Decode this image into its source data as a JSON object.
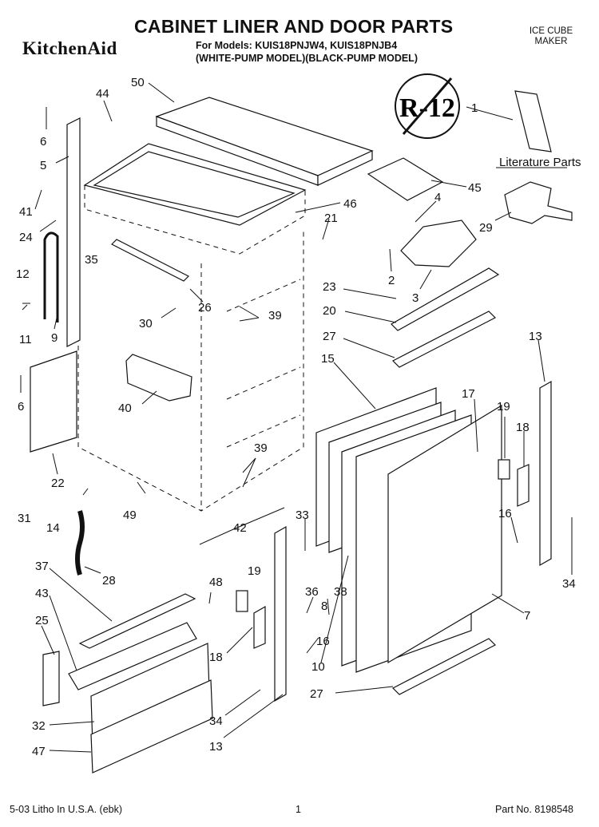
{
  "header": {
    "title": "CABINET LINER AND DOOR PARTS",
    "brand": "KitchenAid",
    "models_line1": "For Models: KUIS18PNJW4, KUIS18PNJB4",
    "models_line2": "(WHITE-PUMP MODEL)(BLACK-PUMP MODEL)",
    "category_line1": "ICE CUBE",
    "category_line2": "MAKER"
  },
  "badge": {
    "text": "R-12"
  },
  "literature_label": "Literature Parts",
  "callouts": [
    {
      "id": "50",
      "text": "50"
    },
    {
      "id": "44",
      "text": "44"
    },
    {
      "id": "6a",
      "text": "6"
    },
    {
      "id": "5",
      "text": "5"
    },
    {
      "id": "41",
      "text": "41"
    },
    {
      "id": "24",
      "text": "24"
    },
    {
      "id": "35",
      "text": "35"
    },
    {
      "id": "12",
      "text": "12"
    },
    {
      "id": "11",
      "text": "11"
    },
    {
      "id": "9",
      "text": "9"
    },
    {
      "id": "6b",
      "text": "6"
    },
    {
      "id": "22",
      "text": "22"
    },
    {
      "id": "31",
      "text": "31"
    },
    {
      "id": "14",
      "text": "14"
    },
    {
      "id": "49",
      "text": "49"
    },
    {
      "id": "28",
      "text": "28"
    },
    {
      "id": "37",
      "text": "37"
    },
    {
      "id": "43",
      "text": "43"
    },
    {
      "id": "25",
      "text": "25"
    },
    {
      "id": "32",
      "text": "32"
    },
    {
      "id": "47",
      "text": "47"
    },
    {
      "id": "48",
      "text": "48"
    },
    {
      "id": "19a",
      "text": "19"
    },
    {
      "id": "18a",
      "text": "18"
    },
    {
      "id": "34a",
      "text": "34"
    },
    {
      "id": "13a",
      "text": "13"
    },
    {
      "id": "1",
      "text": "1"
    },
    {
      "id": "45",
      "text": "45"
    },
    {
      "id": "46",
      "text": "46"
    },
    {
      "id": "4",
      "text": "4"
    },
    {
      "id": "21",
      "text": "21"
    },
    {
      "id": "29",
      "text": "29"
    },
    {
      "id": "2",
      "text": "2"
    },
    {
      "id": "3",
      "text": "3"
    },
    {
      "id": "23",
      "text": "23"
    },
    {
      "id": "20",
      "text": "20"
    },
    {
      "id": "27a",
      "text": "27"
    },
    {
      "id": "15",
      "text": "15"
    },
    {
      "id": "17",
      "text": "17"
    },
    {
      "id": "13b",
      "text": "13"
    },
    {
      "id": "19b",
      "text": "19"
    },
    {
      "id": "18b",
      "text": "18"
    },
    {
      "id": "16a",
      "text": "16"
    },
    {
      "id": "34b",
      "text": "34"
    },
    {
      "id": "7",
      "text": "7"
    },
    {
      "id": "30",
      "text": "30"
    },
    {
      "id": "26",
      "text": "26"
    },
    {
      "id": "39a",
      "text": "39"
    },
    {
      "id": "40",
      "text": "40"
    },
    {
      "id": "39b",
      "text": "39"
    },
    {
      "id": "42",
      "text": "42"
    },
    {
      "id": "33",
      "text": "33"
    },
    {
      "id": "36",
      "text": "36"
    },
    {
      "id": "8",
      "text": "8"
    },
    {
      "id": "38",
      "text": "38"
    },
    {
      "id": "16b",
      "text": "16"
    },
    {
      "id": "10",
      "text": "10"
    },
    {
      "id": "27b",
      "text": "27"
    }
  ],
  "footer": {
    "left": "5-03 Litho In U.S.A. (ebk)",
    "center": "1",
    "right": "Part No. 8198548"
  }
}
